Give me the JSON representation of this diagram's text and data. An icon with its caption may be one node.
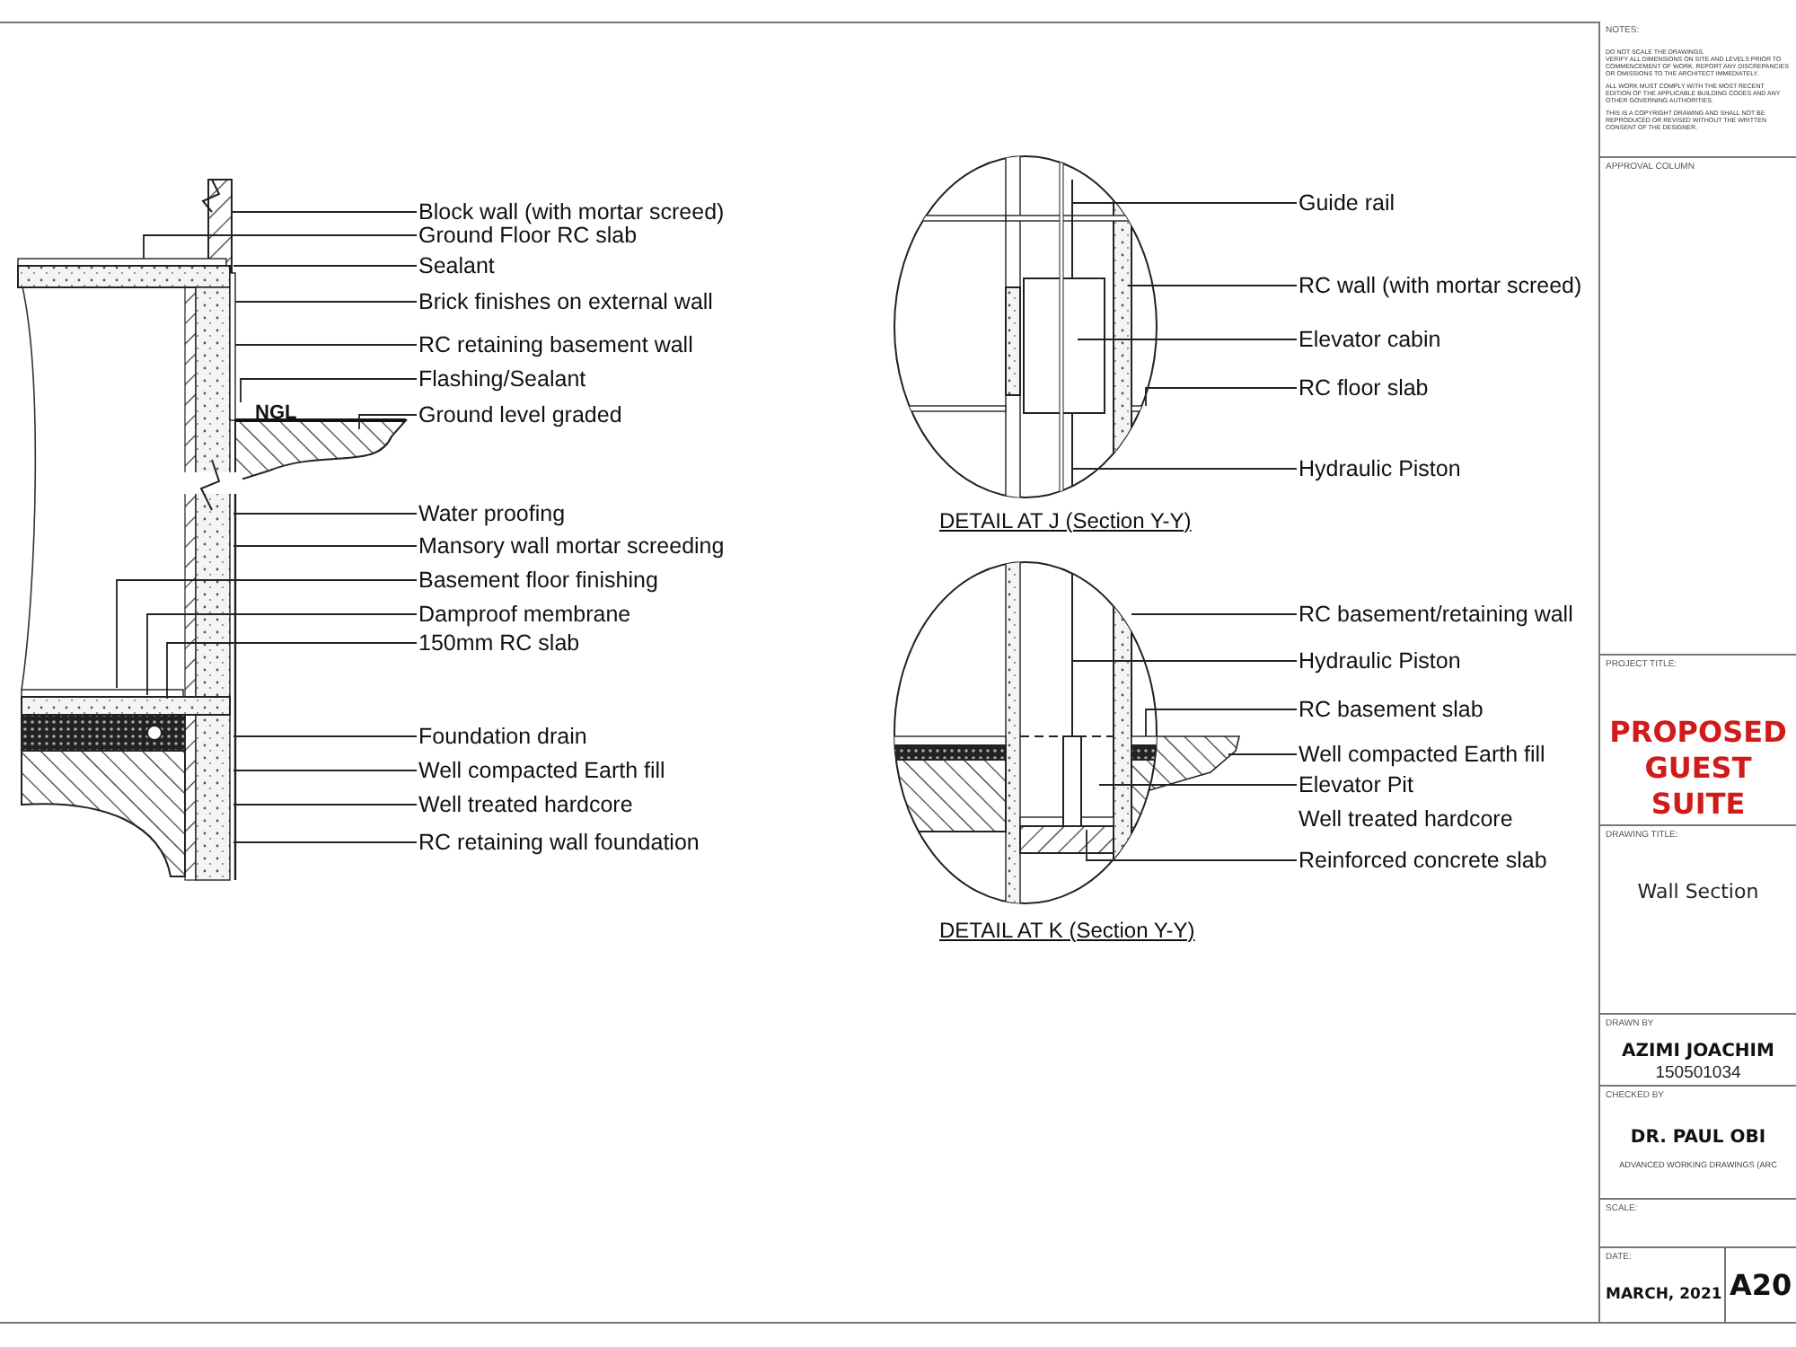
{
  "diagram": {
    "nodes": [
      {
        "text": [
          "Block wall (with mortar screed)"
        ]
      },
      {
        "text": [
          "Ground Floor RC slab"
        ]
      },
      {
        "text": [
          "Sealant"
        ]
      },
      {
        "text": [
          "Brick finishes on external wall"
        ]
      },
      {
        "text": [
          "RC retaining basement wall"
        ]
      },
      {
        "text": [
          "Flashing/Sealant"
        ]
      },
      {
        "text": [
          "Ground level graded"
        ]
      },
      {
        "text": [
          "Water proofing"
        ]
      },
      {
        "text": [
          "Mansory wall mortar screeding"
        ]
      },
      {
        "text": [
          "Basement floor finishing"
        ]
      },
      {
        "text": [
          "Damproof membrane"
        ]
      },
      {
        "text": [
          "150mm RC slab"
        ]
      },
      {
        "text": [
          "Foundation drain"
        ]
      },
      {
        "text": [
          "Well compacted Earth fill"
        ]
      },
      {
        "text": [
          "Well treated hardcore"
        ]
      },
      {
        "text": [
          "RC retaining wall foundation"
        ]
      },
      {
        "text": [
          "Guide rail"
        ]
      },
      {
        "text": [
          "RC wall (with mortar screed)"
        ]
      },
      {
        "text": [
          "Elevator cabin"
        ]
      },
      {
        "text": [
          "RC floor slab"
        ]
      },
      {
        "text": [
          "Hydraulic Piston"
        ]
      },
      {
        "text": [
          "RC basement/retaining wall"
        ]
      },
      {
        "text": [
          "Hydraulic Piston"
        ]
      },
      {
        "text": [
          "RC basement slab"
        ]
      },
      {
        "text": [
          "Well compacted Earth fill"
        ]
      },
      {
        "text": [
          "Elevator Pit"
        ]
      },
      {
        "text": [
          "Reinforced concrete slab"
        ]
      },
      {
        "text": [
          "NOTES:",
          "DO NOT SCALE THE DRAWINGS.",
          "VERIFY ALL DIMENSIONS ON SITE AND LEVELS PRIOR TO COMMENCEMENT OF WORK. REPORT ANY DISCREPANCIES OR OMISSIONS TO THE ARCHITECT IMMEDIATELY.",
          "ALL WORK MUST COMPLY WITH THE MOST RECENT EDITION OF THE APPLICABLE BUILDING CODES AND ANY OTHER GOVERNING AUTHORITIES.",
          "THIS IS A COPYRIGHT DRAWING AND SHALL NOT BE REPRODUCED OR REVISED WITHOUT THE WRITTEN CONSENT OF THE DESIGNER."
        ]
      },
      {
        "text": [
          "APPROVAL COLUMN"
        ]
      },
      {
        "text": [
          "PROJECT TITLE:",
          "PROPOSED GUEST SUITE"
        ]
      },
      {
        "text": [
          "DRAWING TITLE:",
          "Wall Section"
        ]
      },
      {
        "text": [
          "DRAWN BY",
          "AZIMI JOACHIM",
          "150501034"
        ]
      },
      {
        "text": [
          "CHECKED BY",
          "DR. PAUL OBI",
          "ADVANCED WORKING DRAWINGS (ARC"
        ]
      },
      {
        "text": [
          "SCALE:"
        ]
      },
      {
        "text": [
          "DATE:",
          "MARCH, 2021"
        ]
      },
      {
        "text": [
          "A20"
        ]
      }
    ],
    "edges": [
      {
        "from": 0,
        "to": null,
        "arrow": "none"
      },
      {
        "from": 1,
        "to": null,
        "arrow": "none"
      },
      {
        "from": 2,
        "to": null,
        "arrow": "none"
      },
      {
        "from": 3,
        "to": null,
        "arrow": "none"
      },
      {
        "from": 4,
        "to": null,
        "arrow": "none"
      },
      {
        "from": 5,
        "to": null,
        "arrow": "none"
      },
      {
        "from": 6,
        "to": null,
        "arrow": "none"
      },
      {
        "from": 7,
        "to": null,
        "arrow": "none"
      },
      {
        "from": 8,
        "to": null,
        "arrow": "none"
      },
      {
        "from": 9,
        "to": null,
        "arrow": "none"
      },
      {
        "from": 10,
        "to": null,
        "arrow": "none"
      },
      {
        "from": 11,
        "to": null,
        "arrow": "none"
      },
      {
        "from": 12,
        "to": null,
        "arrow": "none"
      },
      {
        "from": 13,
        "to": null,
        "arrow": "none"
      },
      {
        "from": 14,
        "to": null,
        "arrow": "none"
      },
      {
        "from": 15,
        "to": null,
        "arrow": "none"
      },
      {
        "from": 16,
        "to": null,
        "arrow": "none"
      },
      {
        "from": 17,
        "to": null,
        "arrow": "none"
      },
      {
        "from": 18,
        "to": null,
        "arrow": "none"
      },
      {
        "from": 19,
        "to": null,
        "arrow": "none"
      },
      {
        "from": 20,
        "to": null,
        "arrow": "none"
      },
      {
        "from": 21,
        "to": null,
        "arrow": "none"
      },
      {
        "from": 22,
        "to": null,
        "arrow": "none"
      },
      {
        "from": 23,
        "to": null,
        "arrow": "none"
      },
      {
        "from": 24,
        "to": null,
        "arrow": "none"
      },
      {
        "from": 25,
        "to": null,
        "arrow": "none"
      },
      {
        "from": 26,
        "to": null,
        "arrow": "none"
      }
    ],
    "labels": [
      "NGL",
      "DETAIL AT J (Section Y-Y)",
      "Well treated hardcore",
      "DETAIL AT K (Section Y-Y)"
    ]
  }
}
